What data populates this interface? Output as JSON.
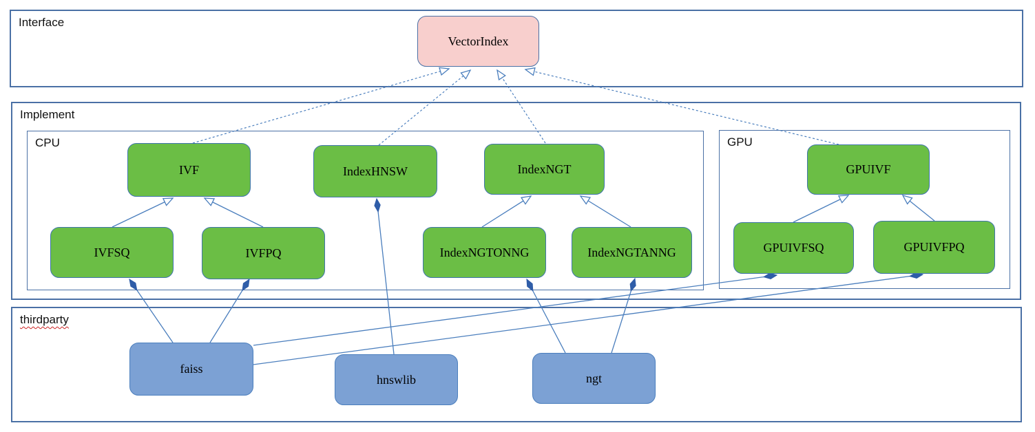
{
  "diagram": {
    "containers": {
      "interface": {
        "label": "Interface"
      },
      "implement": {
        "label": "Implement"
      },
      "cpu": {
        "label": "CPU"
      },
      "gpu": {
        "label": "GPU"
      },
      "thirdparty": {
        "label": "thirdparty"
      }
    },
    "nodes": {
      "vectorindex": {
        "label": "VectorIndex",
        "group": "interface"
      },
      "ivf": {
        "label": "IVF",
        "group": "cpu"
      },
      "indexhnsw": {
        "label": "IndexHNSW",
        "group": "cpu"
      },
      "indexngt": {
        "label": "IndexNGT",
        "group": "cpu"
      },
      "ivfsq": {
        "label": "IVFSQ",
        "group": "cpu"
      },
      "ivfpq": {
        "label": "IVFPQ",
        "group": "cpu"
      },
      "indexngtonng": {
        "label": "IndexNGTONNG",
        "group": "cpu"
      },
      "indexngtanng": {
        "label": "IndexNGTANNG",
        "group": "cpu"
      },
      "gpuivf": {
        "label": "GPUIVF",
        "group": "gpu"
      },
      "gpuivfsq": {
        "label": "GPUIVFSQ",
        "group": "gpu"
      },
      "gpuivfpq": {
        "label": "GPUIVFPQ",
        "group": "gpu"
      },
      "faiss": {
        "label": "faiss",
        "group": "thirdparty"
      },
      "hnswlib": {
        "label": "hnswlib",
        "group": "thirdparty"
      },
      "ngt": {
        "label": "ngt",
        "group": "thirdparty"
      }
    },
    "edges": [
      {
        "from": "IVF",
        "to": "VectorIndex",
        "type": "realization"
      },
      {
        "from": "IndexHNSW",
        "to": "VectorIndex",
        "type": "realization"
      },
      {
        "from": "IndexNGT",
        "to": "VectorIndex",
        "type": "realization"
      },
      {
        "from": "GPUIVF",
        "to": "VectorIndex",
        "type": "realization"
      },
      {
        "from": "IVFSQ",
        "to": "IVF",
        "type": "generalization"
      },
      {
        "from": "IVFPQ",
        "to": "IVF",
        "type": "generalization"
      },
      {
        "from": "IndexNGTONNG",
        "to": "IndexNGT",
        "type": "generalization"
      },
      {
        "from": "IndexNGTANNG",
        "to": "IndexNGT",
        "type": "generalization"
      },
      {
        "from": "GPUIVFSQ",
        "to": "GPUIVF",
        "type": "generalization"
      },
      {
        "from": "GPUIVFPQ",
        "to": "GPUIVF",
        "type": "generalization"
      },
      {
        "from": "faiss",
        "to": "IVFSQ",
        "type": "composition"
      },
      {
        "from": "faiss",
        "to": "IVFPQ",
        "type": "composition"
      },
      {
        "from": "faiss",
        "to": "GPUIVFSQ",
        "type": "composition"
      },
      {
        "from": "faiss",
        "to": "GPUIVFPQ",
        "type": "composition"
      },
      {
        "from": "hnswlib",
        "to": "IndexHNSW",
        "type": "composition"
      },
      {
        "from": "ngt",
        "to": "IndexNGTONNG",
        "type": "composition"
      },
      {
        "from": "ngt",
        "to": "IndexNGTANNG",
        "type": "composition"
      }
    ],
    "colors": {
      "interface_node_fill": "#f8cfcd",
      "implementation_node_fill": "#6bbe45",
      "thirdparty_node_fill": "#7ca1d4",
      "container_border": "#4a70a5",
      "connector": "#4a7ebd",
      "diamond_fill": "#2f5da8",
      "spellcheck_underline": "#cc2222"
    }
  }
}
